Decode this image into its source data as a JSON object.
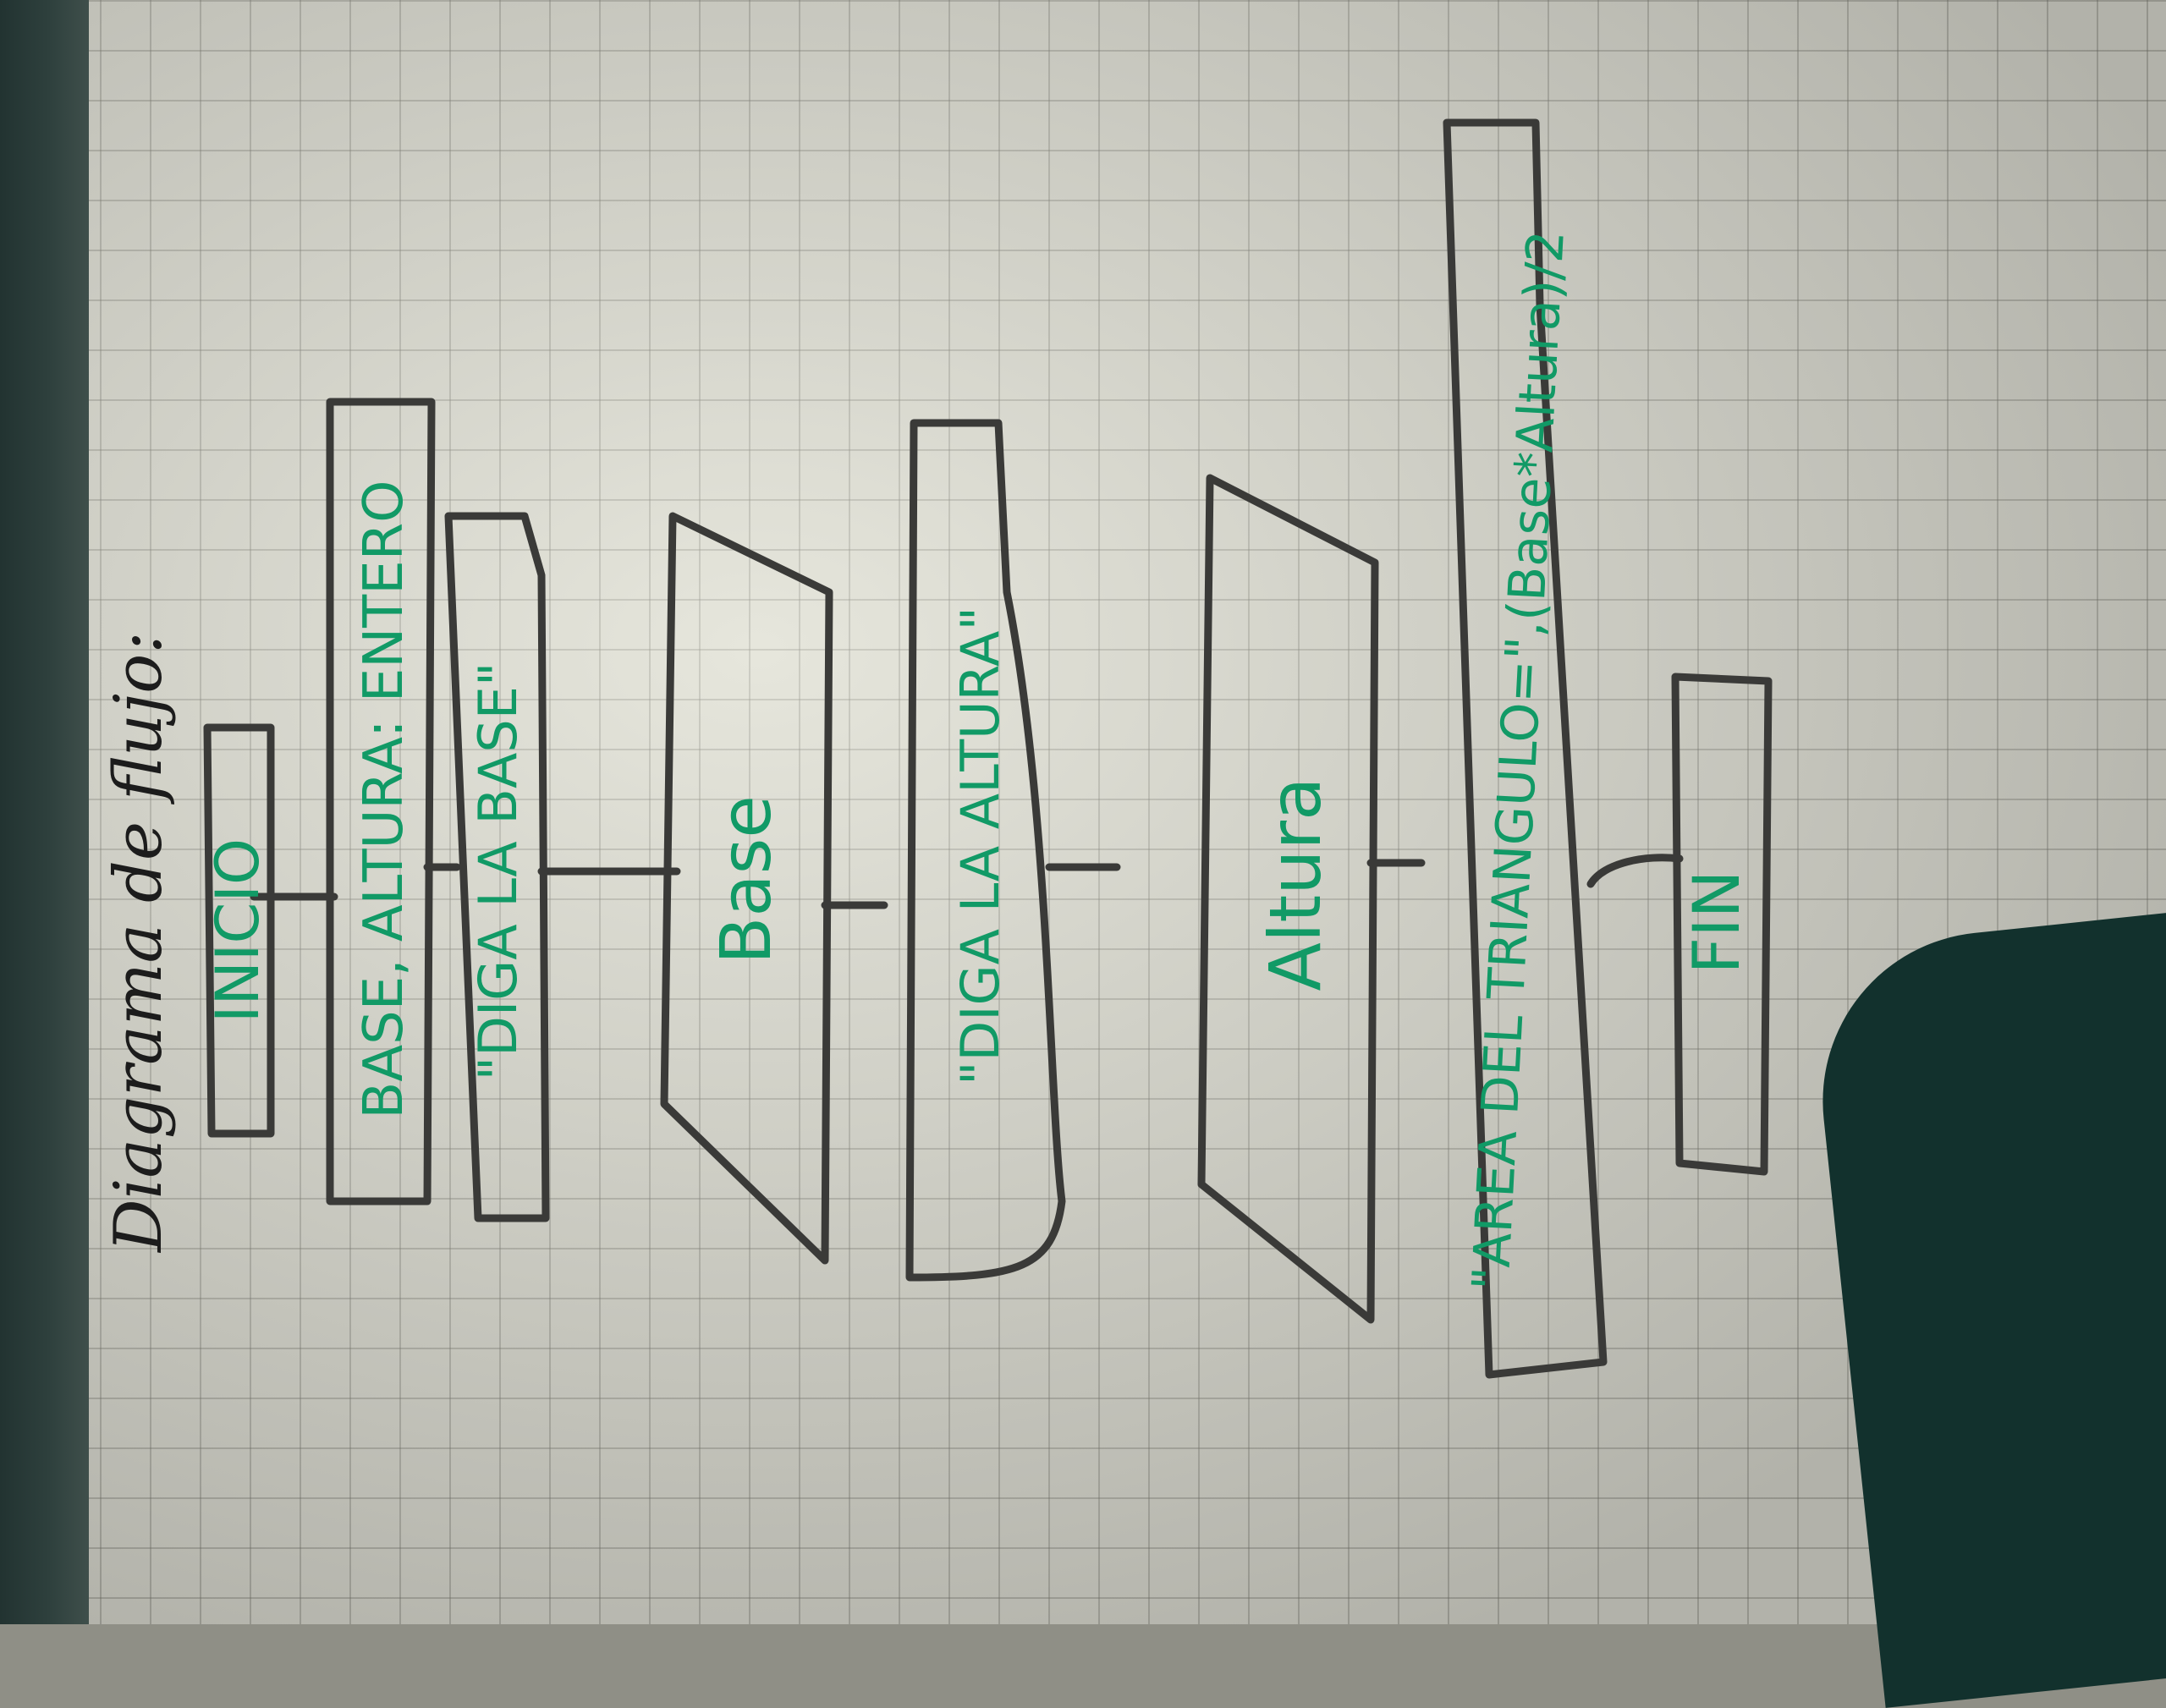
{
  "title": "Diagrama de flujo:",
  "nodes": {
    "start": "INICIO",
    "declare": "BASE, ALTURA: ENTERO",
    "prompt_base": "\"DIGA LA BASE\"",
    "input_base": "Base",
    "prompt_altura": "\"DIGA LA ALTURA\"",
    "input_altura": "Altura",
    "output_area": "\"AREA DEL TRIANGULO=\",(Base*Altura)/2",
    "end": "FIN"
  },
  "colors": {
    "ink": "#3a3a38",
    "text": "#119a66",
    "paper": "#d9d9cf"
  }
}
